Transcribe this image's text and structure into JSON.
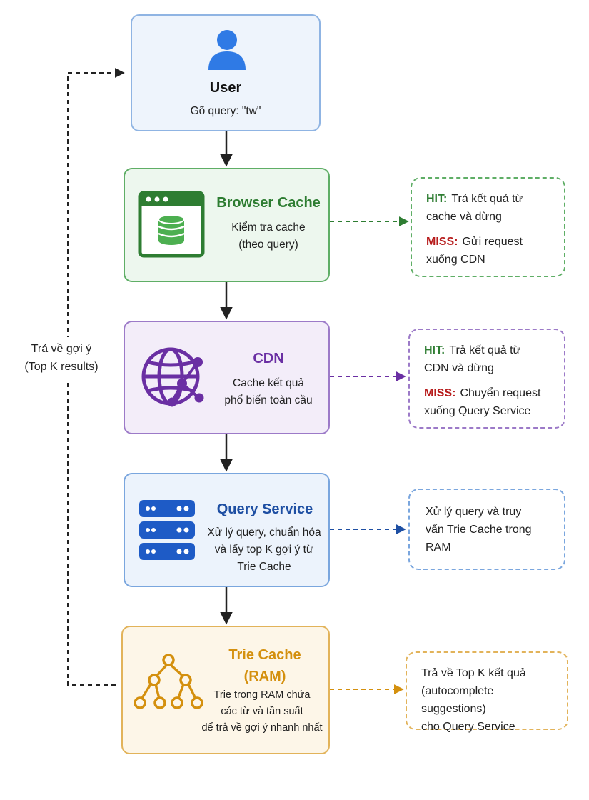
{
  "user": {
    "title": "User",
    "query_text": "Gõ query: \"tw\"",
    "icon": "user-icon"
  },
  "browser_cache": {
    "title": "Browser Cache",
    "desc_lines": [
      "Kiểm tra cache",
      "(theo query)"
    ],
    "icon": "browser-database-icon",
    "accent": "#2e7d32"
  },
  "browser_note": {
    "hit_label": "HIT:",
    "hit_text_1": "Trả kết quả từ",
    "hit_text_2": "cache và dừng",
    "miss_label": "MISS:",
    "miss_text_1": "Gửi request",
    "miss_text_2": "xuống CDN"
  },
  "cdn": {
    "title": "CDN",
    "desc_lines": [
      "Cache kết quả",
      "phổ biến toàn cầu"
    ],
    "icon": "globe-network-icon",
    "accent": "#6a2fa3"
  },
  "cdn_note": {
    "hit_label": "HIT:",
    "hit_text_1": "Trả kết quả từ",
    "hit_text_2": "CDN và dừng",
    "miss_label": "MISS:",
    "miss_text_1": "Chuyển request",
    "miss_text_2": "xuống Query Service"
  },
  "query_service": {
    "title": "Query Service",
    "desc_lines": [
      "Xử lý query, chuẩn hóa",
      "và lấy top K gợi ý từ",
      "Trie Cache"
    ],
    "icon": "server-stack-icon",
    "accent": "#1e4fa3"
  },
  "query_note": {
    "lines": [
      "Xử lý query và truy",
      "vấn Trie Cache trong",
      "RAM"
    ]
  },
  "trie_cache": {
    "title_1": "Trie Cache",
    "title_2": "(RAM)",
    "desc_lines": [
      "Trie trong RAM chứa",
      "các từ và tần suất",
      "để trả về gợi ý nhanh nhất"
    ],
    "icon": "tree-structure-icon",
    "accent": "#d4900e"
  },
  "trie_note": {
    "lines": [
      "Trả về Top K kết quả",
      "(autocomplete suggestions)",
      "cho Query Service"
    ]
  },
  "return_label": {
    "line_1": "Trả về gợi ý",
    "line_2": "(Top K results)"
  }
}
